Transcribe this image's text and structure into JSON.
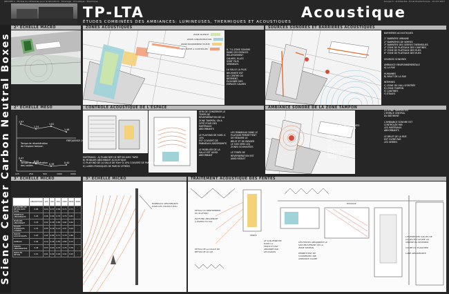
{
  "topline": {
    "left": "GROUPE 2 - Modele de cathedrale pour le laboratoire - Eclairage - Acoustique - Thermique",
    "right": "Groupe 3 - Architectes - Ecole Polytechnique - 12 Oct 2007"
  },
  "vertical_title": "Science Center Carbon Neutral Boxes",
  "header": {
    "title": "TP-LTA",
    "subtitle": "ÉTUDES COMBINÉES DES AMBIANCES: LUMINEUSES, THERMIQUES ET ACOUSTIQUES",
    "right_title": "Acoustique"
  },
  "sections": {
    "macro_scale": "2° ÉCHELLE MACRO",
    "acoustic_zones": "ZONES ACOUSTIQUES",
    "sound_sources": "SOURCES SONORES ET BARRIÈRES ACOUSTIQUES",
    "meso_scale": "2° ÉCHELLE MESO",
    "space_control": "CONTRÔLE ACOUSTIQUE DE L'ESPACE",
    "buffer_zone": "AMBIANCE SONORE DE LA ZONE TAMPON",
    "micro_scale_left": "3° ÉCHELLE MICRO",
    "micro_scale": "3° ÉCHELLE MICRO",
    "gap_treatment": "TRAITEMENT ACOUSTIQUE DES FENTES"
  },
  "zones_legend": [
    {
      "label": "ZONE SILENCE",
      "color": "#cfe7a8"
    },
    {
      "label": "ZONE CONCENTRATION",
      "color": "#9fd3d9"
    },
    {
      "label": "ZONE MODERÉMENT ÉLEVÉ",
      "color": "#f3d27a"
    },
    {
      "label": "TRÈS ÉLEVÉ À CONTRÔLER",
      "color": "#f2a07b"
    }
  ],
  "zones_text": "B, T & ZONE SONORE\nDANS CES ESPACES\nRELATIVEMENT\nCALMES, ELLES\nSONT PLUS\nSENSIBLES\n\nLA SALLE LA PLUS\nBRUYANTE EST\nAU CENTRE DU\nBÂTIMENT,\nÉLOIGNÉE DES\nESPACES CALMES",
  "sources_text": "BARRIÈRES ACOUSTIQUES\n\n1° BARRIÈRE URBAINE\n2° BARRIÈRES DE SERRES\n3° BARRIÈRE DES SERRES THERMIQUES\n4° ZONE DE PLATEAUX DES CANTINES\n5° ZONE DE PLATEAUX DES RUES\n6° ZONE DE PLATEAUX DES RUES\n\nSOURCES SONORES\n\nAMBIANCE ENVIRONNEMENTALE\nA) LA RUE\n\nHUMAINES\nB) BRUIT DE LA RUE\n\nINTERNES\nC) ZONE DU HALL D'ENTRÉE\nD) ZONE TAMPON\nE) CANTINES\nF) ÉTAGES",
  "graph": {
    "y_label": "Temps de réverbération de l'espace tampon",
    "x_label": "FRÉQUENCE (Hz)",
    "curve1_label": "Temps de réverbération des voûtes",
    "values_top": [
      "1,67",
      "1,54",
      "1,61",
      "1,46"
    ],
    "values_bottom": [
      "0,47",
      "0,42",
      "0,38",
      "0,40"
    ],
    "x_ticks": [
      "125",
      "250",
      "500",
      "1000",
      "2000"
    ],
    "chart_data": {
      "type": "line",
      "x": [
        250,
        500,
        1000,
        2000
      ],
      "series": [
        {
          "values": [
            1.67,
            1.54,
            1.61,
            1.46
          ]
        },
        {
          "values": [
            0.47,
            0.42,
            0.38,
            0.4
          ]
        }
      ]
    }
  },
  "meso_caption": "MATÉRIAUX : A) PLANCHER DE BÉTON AVEC TAPIS\nB) MOBILIER ABSORBANT ACOUSTIQUE\nC) PLAFOND DE LA SALLE DE 50m² À 10% COUVERT DE PANNEAUX ABSORBANTS\nD) LAMES PHONIQUES DE PAROIS VITRÉES",
  "meso_text_1": "AFIN DE CONSERVER LE TEMPS DE\nRÉVERBÉRATION DE LA\nZONE TAMPON, ON A\nOPTÉ POUR DES MATÉRIAUX\nABSORBANTS\n\nLE PLAFOND DE 50M2 À 10%\nEST COUVERT DE\nPANNEAUX ABSORBANTS\n\nLE MOBILIER DE LA\nSALLE EST AUSSI\nABSORBANT",
  "meso_text_2": "LES PANNEAUX DANS LE\nPLAFOND PERMETTENT\nDE RÉDUIRE LE\nBRUIT ET DE DIRIGER\nLE SON VERS LES\nZONES SOUHAITÉES\n\nLE TEMPS DE\nRÉVERBÉRATION EST\nAINSI RÉDUIT",
  "buffer_text": "LES SERRES SONT SÉPARÉES\nDE LA ZONE TAMPON PAR\nDES PAROIS VITRÉES\nPOUR LIMITER LA\nPROPAGATION DU\nSON\n\nLES ÉTAGES ONT DES\nFENTES QUI LAISSENT\nPASSER LE SON\nDE LA ZONE\nTAMPON",
  "buffer_text2": "LA ZONE TAMPON EST\nL'ESPACE CENTRAL\nDU BÂTIMENT\n\nL'AMBIANCE SONORE EST\nCONTRÔLÉE PAR\nLES MATÉRIAUX\nABSORBANTS\n\nLE BRUIT DE LA RUE\nEST FILTRÉ PAR\nLES SERRES",
  "table": {
    "headers": [
      "",
      "ABSORPTION",
      "125",
      "250",
      "500",
      "1000",
      "2000",
      "4000"
    ],
    "rows": [
      [
        "PLANCHER DE BÉTON AVEC TAPIS",
        "0.08",
        "0.24",
        "0.57",
        "0.69",
        "0.71",
        "0.73",
        "-"
      ],
      [
        "PANNEAUX ABSORBANTS",
        "0.26",
        "0.46",
        "0.64",
        "0.76",
        "0.79",
        "0.81",
        "-"
      ],
      [
        "MOBILIER ABSORBANT",
        "0.18",
        "0.32",
        "0.49",
        "0.60",
        "0.64",
        "0.64",
        "-"
      ],
      [
        "DALLES PHONIQUES VITRÉES",
        "0.35",
        "0.25",
        "0.18",
        "0.12",
        "0.07",
        "0.04",
        "-"
      ],
      [
        "PAROIS ACOUSTIQUES",
        "0.20",
        "0.42",
        "0.66",
        "0.71",
        "0.78",
        "0.80",
        "-"
      ],
      [
        "RIDEAUX",
        "0.06",
        "0.14",
        "0.38",
        "0.55",
        "0.66",
        "0.73",
        "-"
      ],
      [
        "FENTES ABSORBANTES",
        "0.48",
        "0.53",
        "0.63",
        "0.72",
        "0.76",
        "0.78",
        "-"
      ],
      [
        "PAROI EN BÉTON",
        "0.01",
        "0.01",
        "0.02",
        "0.02",
        "0.02",
        "0.03",
        "-"
      ]
    ]
  },
  "micro": {
    "note1": "PANNEAUX ABSORBANTS\nDANS LES COURS D'EAU",
    "note2": "DÉTAIL DU RENTREMENT\nDU PLAFOND\n\nPLAFOND ABSORBANT\nÀ PARTIR DU SOL",
    "note3": "DÉTAIL DE LA DALLE DE\nBÉTON DE 10 CM",
    "note4": "LE SON PÉNÈTRE\nDANS LA\nFENTE ET EST\nABSORBÉ PAR\nLES PAROIS",
    "note5": "LES FENTES ABSORBENT LE\nSON PROVENANT DE LA\nZONE TAMPON\n\nPERMETTENT DE\nCONSERVER UNE\nAMBIANCE CALME",
    "note6": "L'ENTRÉE DES SALLES DE\nCOURS EST SITUÉE AU\nCENTRE DU BÂTIMENT\n\nCOUPE DU PLANCHER\n\nLAME ABSORBANTE",
    "label_a": "FENTE",
    "label_b": "PASSAGE"
  }
}
